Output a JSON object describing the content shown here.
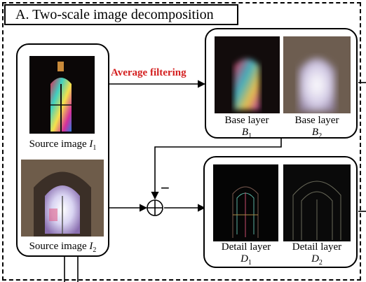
{
  "title": "A. Two-scale image decomposition",
  "arrow_label": "Average filtering",
  "sources": [
    {
      "caption": "Source image ",
      "symbol": "I",
      "subscript": "1",
      "image": "stained-glass-window-dark"
    },
    {
      "caption": "Source image ",
      "symbol": "I",
      "subscript": "2",
      "image": "stained-glass-window-bright"
    }
  ],
  "base_layers": [
    {
      "caption": "Base layer",
      "symbol": "B",
      "subscript": "1",
      "image": "blurred-window-dark"
    },
    {
      "caption": "Base layer",
      "symbol": "B",
      "subscript": "2",
      "image": "blurred-window-bright"
    }
  ],
  "detail_layers": [
    {
      "caption": "Detail layer",
      "symbol": "D",
      "subscript": "1",
      "image": "detail-window-dark"
    },
    {
      "caption": "Detail layer",
      "symbol": "D",
      "subscript": "2",
      "image": "detail-window-bright"
    }
  ],
  "operator": {
    "symbol": "⊕",
    "minus": "−"
  },
  "colors": {
    "arrow_label": "#d42020",
    "stroke": "#000000"
  }
}
